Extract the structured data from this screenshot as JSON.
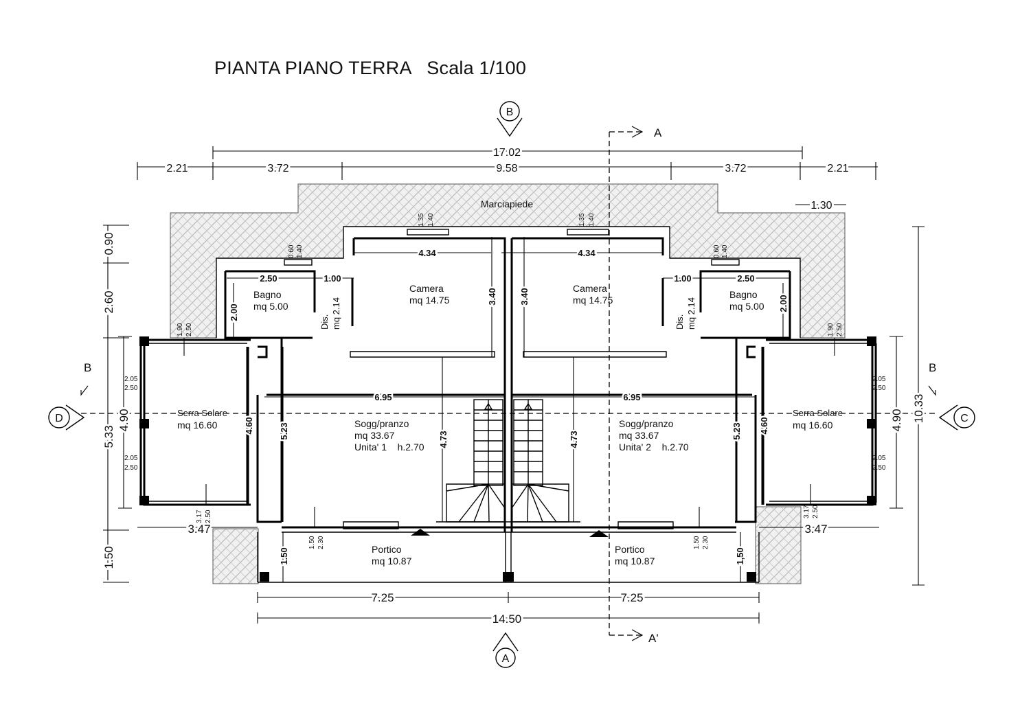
{
  "title": "PIANTA PIANO TERRA   Scala 1/100",
  "markers": {
    "top": "B",
    "bottom": "A",
    "left": "D",
    "right": "C",
    "section_a_top": "A",
    "section_a_bottom": "A'",
    "section_b_left": "B",
    "section_b_right": "B"
  },
  "areas": {
    "marciapiede": "Marciapiede",
    "bagno_l_name": "Bagno",
    "bagno_l_area": "mq 5.00",
    "bagno_r_name": "Bagno",
    "bagno_r_area": "mq 5.00",
    "camera_l_name": "Camera",
    "camera_l_area": "mq 14.75",
    "camera_r_name": "Camera",
    "camera_r_area": "mq 14.75",
    "dis_l_name": "Dis.",
    "dis_l_area": "mq 2.14",
    "dis_r_name": "Dis.",
    "dis_r_area": "mq 2.14",
    "serra_l_name": "Serra Solare",
    "serra_l_area": "mq 16.60",
    "serra_r_name": "Serra Solare",
    "serra_r_area": "mq 16.60",
    "sogg_l_name": "Sogg/pranzo",
    "sogg_l_area": "mq 33.67",
    "sogg_l_unit": "Unita' 1    h.2.70",
    "sogg_r_name": "Sogg/pranzo",
    "sogg_r_area": "mq 33.67",
    "sogg_r_unit": "Unita' 2    h.2.70",
    "portico_l_name": "Portico",
    "portico_l_area": "mq 10.87",
    "portico_r_name": "Portico",
    "portico_r_area": "mq 10.87"
  },
  "dimensions": {
    "total_width": "17.02",
    "w_221_left": "2.21",
    "w_372_left": "3.72",
    "w_958": "9.58",
    "w_372_right": "3.72",
    "w_221_right": "2.21",
    "w_130": "1.30",
    "w_434_left": "4.34",
    "w_434_right": "4.34",
    "w_250_left": "2.50",
    "w_100_left": "1.00",
    "w_100_right": "1.00",
    "w_250_right": "2.50",
    "h_200_left": "2.00",
    "h_200_right": "2.00",
    "h_340_left": "3.40",
    "h_340_right": "3.40",
    "w_695_left": "6.95",
    "w_695_right": "6.95",
    "h_090": "0.90",
    "h_260": "2.60",
    "h_533": "5.33",
    "h_150_left": "1.50",
    "h_490_left": "4.90",
    "h_460_left": "4.60",
    "h_523_left": "5.23",
    "h_473_left": "4.73",
    "h_473_right": "4.73",
    "h_523_right": "5.23",
    "h_460_right": "4.60",
    "h_490_right": "4.90",
    "h_1033": "10.33",
    "w_347_left": "3.47",
    "w_347_right": "3.47",
    "h_150_portico_l": "1.50",
    "h_150_portico_r": "1,50",
    "w_725_left": "7.25",
    "w_725_right": "7.25",
    "w_1450": "14.50",
    "win_135_l": "1.35",
    "win_140_l": "1.40",
    "win_135_r": "1.35",
    "win_140_r": "1.40",
    "win_060_l": "0.60",
    "win_140b_l": "1.40",
    "win_060_r": "0.60",
    "win_140b_r": "1.40",
    "win_190_l": "1.90",
    "win_250_l": "2.50",
    "win_190_r": "1.90",
    "win_250_r": "2.50",
    "win_205a_l": "2.05",
    "win_250a_l": "2.50",
    "win_205b_l": "2.05",
    "win_250b_l": "2.50",
    "win_205a_r": "2.05",
    "win_250a_r": "2.50",
    "win_205b_r": "2.05",
    "win_250b_r": "2.50",
    "win_317_l": "3.17",
    "win_250c_l": "2.50",
    "win_317_r": "3.17",
    "win_250c_r": "2.50",
    "win_150_l": "1.50",
    "win_230_l": "2.30",
    "win_150_r": "1.50",
    "win_230_r": "2.30"
  }
}
